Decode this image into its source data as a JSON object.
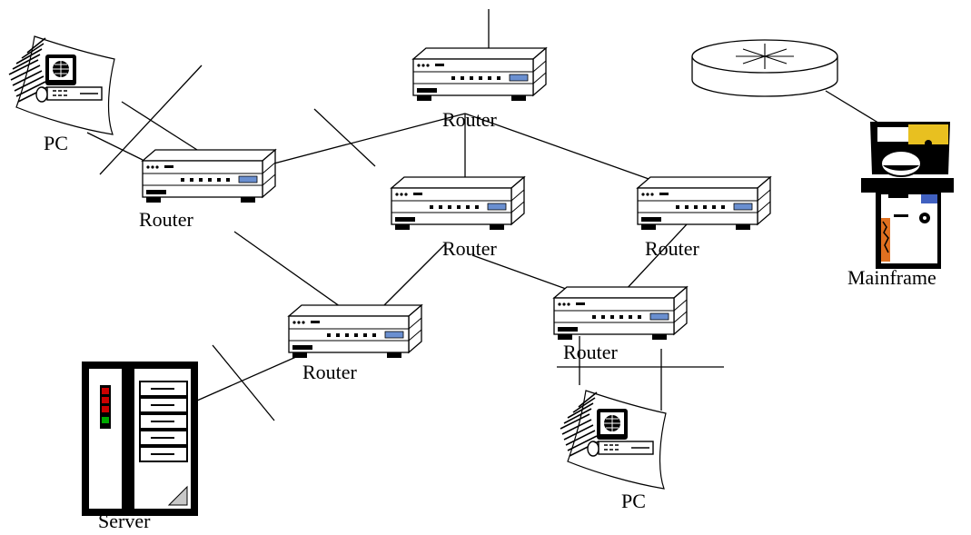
{
  "labels": {
    "router_top": "Router",
    "router_left": "Router",
    "router_center": "Router",
    "router_right": "Router",
    "router_bottom_left": "Router",
    "router_bottom_right": "Router",
    "pc_top_left": "PC",
    "pc_bottom": "PC",
    "server": "Server",
    "mainframe": "Mainframe"
  },
  "icons": {
    "router": "router-icon",
    "pc": "pc-icon",
    "server": "server-icon",
    "mainframe": "mainframe-icon",
    "wan_router": "wan-router-icon"
  },
  "colors": {
    "line": "#000000",
    "router_accent": "#6a8fd0",
    "server_red": "#cc0000",
    "server_green": "#00aa00",
    "mainframe_yellow": "#e8c020",
    "mainframe_orange": "#e07020",
    "mainframe_blue": "#4060c0"
  }
}
